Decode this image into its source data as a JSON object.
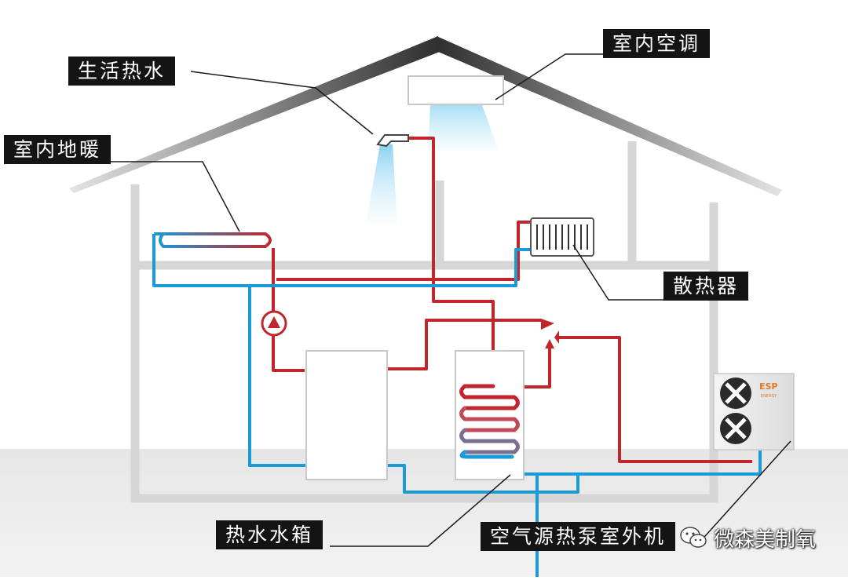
{
  "labels": {
    "indoor_ac": "室内空调",
    "domestic_hot_water": "生活热水",
    "floor_heating": "室内地暖",
    "radiator": "散热器",
    "hot_water_tank": "热水水箱",
    "outdoor_unit": "空气源热泵室外机"
  },
  "unit_brand": {
    "logo": "ESP",
    "sub": "ENERGY"
  },
  "watermark": "微森美制氧",
  "colors": {
    "hot_pipe": "#c0272d",
    "cold_pipe": "#1a9ad6",
    "house_wall": "#d6d6d6",
    "roof": "#3a3a3a",
    "label_bg": "#141414"
  }
}
